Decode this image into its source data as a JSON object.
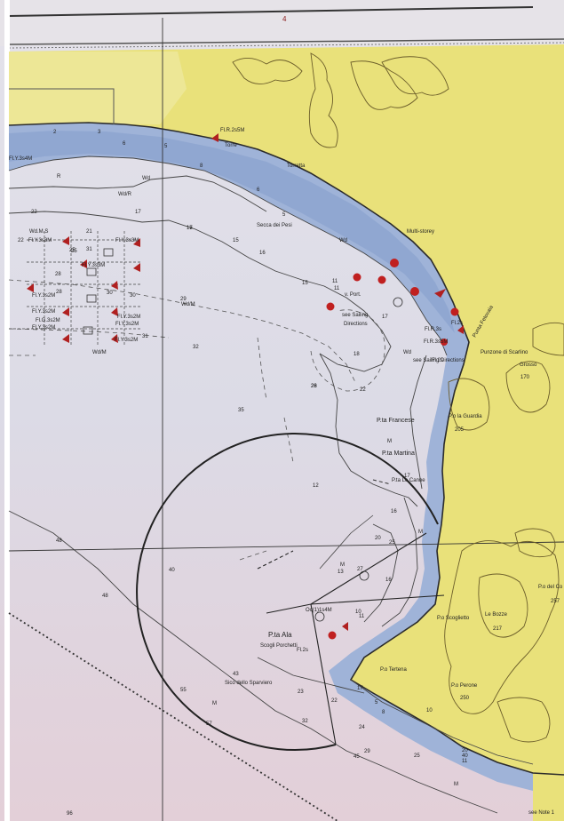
{
  "map": {
    "top_mark": "4",
    "places": {
      "torre": "Torre",
      "torretta": "Torretta",
      "secca_dei_pesi": "Secca dei Pesi",
      "multi_storey": "Multi-storey",
      "punta_fetovaia": "Punta Fetovaia",
      "punzone_di_scarlino": "Punzone di Scarlino",
      "grosso": "Grosso",
      "p_la_guardia": "P.o la Guardia",
      "pta_francese": "P.ta Francese",
      "pta_martina": "P.ta Martina",
      "pta_le_canne": "P.ta Le Canne",
      "pta_ala": "P.ta Ala",
      "scogli_porchetti": "Scogli Porchetti",
      "sico_dello_sparviero": "Sico dello Sparviero",
      "p_scoglietto": "P.o Scoglietto",
      "le_bozze": "Le Bozze",
      "p_tertena": "P.o Tertena",
      "p_perone": "P.o Perone",
      "p_del_co": "P.o del Co",
      "v_port": "v. Port.",
      "see_sailing": "see Sailing",
      "directions": "Directions",
      "see_sailing_directions": "see Sailing Directions",
      "see_note": "see Note 1"
    },
    "lights": [
      "Fl.R.2s5M",
      "Fl.Y.3s4M",
      "Wd.M.S",
      "Fl.Y.3s3M",
      "Fl.Y.3s3M",
      "Fl.Y.3s3M",
      "Fl.Y.3s2M",
      "Fl.Y.3s2M",
      "Fl.Y.3s2M",
      "Fl.Y.3s2M",
      "Fl.Y.3s2M",
      "Fl.Y.3s2M",
      "Fl.G.3s2M",
      "Fl.R.3s5M",
      "Fl.R.3s",
      "Fl.2s",
      "Oc(1)1s4M",
      "Fl.2s",
      "Fl.2s"
    ],
    "seabed": [
      "Wd/R",
      "Wd",
      "Wd",
      "Wd/M",
      "Wd/M",
      "R",
      "Wd",
      "M",
      "M",
      "M",
      "M",
      "M"
    ],
    "elevations": [
      "170",
      "205",
      "250",
      "257",
      "217"
    ],
    "soundings": [
      "2",
      "3",
      "5",
      "6",
      "8",
      "6",
      "5",
      "11",
      "15",
      "17",
      "15",
      "16",
      "15",
      "11",
      "17",
      "22",
      "21",
      "25",
      "28",
      "30",
      "31",
      "32",
      "35",
      "28",
      "29",
      "26",
      "22",
      "18",
      "12",
      "16",
      "17",
      "20",
      "25",
      "27",
      "13",
      "11",
      "16",
      "10",
      "40",
      "48",
      "48",
      "55",
      "57",
      "43",
      "22",
      "23",
      "32",
      "45",
      "24",
      "29",
      "40",
      "25",
      "20",
      "17",
      "5",
      "8",
      "10",
      "96",
      "11",
      "22",
      "25",
      "28",
      "30",
      "31",
      "17"
    ]
  }
}
